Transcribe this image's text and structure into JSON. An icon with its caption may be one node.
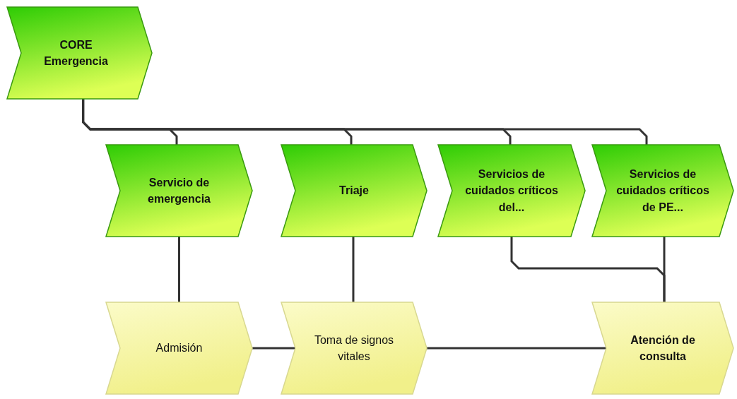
{
  "diagram": {
    "nodes": [
      {
        "text": [
          "CORE Emergencia"
        ]
      },
      {
        "text": [
          "Servicio de emergencia"
        ]
      },
      {
        "text": [
          "Triaje"
        ]
      },
      {
        "text": [
          "Servicios de cuidados críticos del..."
        ]
      },
      {
        "text": [
          "Servicios de cuidados críticos de PE..."
        ]
      },
      {
        "text": [
          "Admisión"
        ]
      },
      {
        "text": [
          "Toma de signos vitales"
        ]
      },
      {
        "text": [
          "Atención de consulta"
        ]
      }
    ],
    "edges": [
      {
        "from": 0,
        "to": 1,
        "arrow": "none"
      },
      {
        "from": 0,
        "to": 2,
        "arrow": "none"
      },
      {
        "from": 0,
        "to": 3,
        "arrow": "none"
      },
      {
        "from": 0,
        "to": 4,
        "arrow": "none"
      },
      {
        "from": 1,
        "to": 5,
        "arrow": "none"
      },
      {
        "from": 2,
        "to": 6,
        "arrow": "none"
      },
      {
        "from": 3,
        "to": 7,
        "arrow": "none"
      },
      {
        "from": 4,
        "to": 7,
        "arrow": "none"
      },
      {
        "from": 5,
        "to": 6,
        "arrow": "none"
      },
      {
        "from": 6,
        "to": 7,
        "arrow": "none"
      }
    ]
  }
}
